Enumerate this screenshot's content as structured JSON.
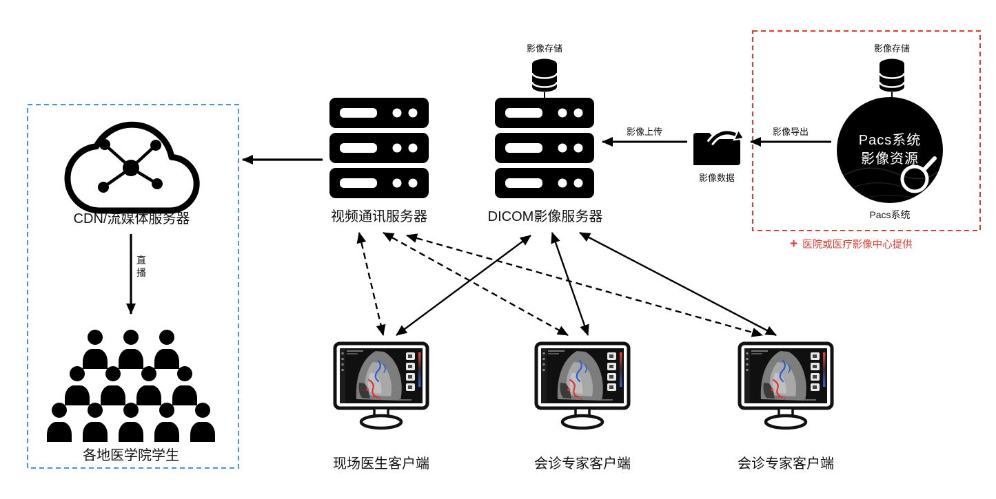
{
  "colors": {
    "accent_red": "#e03a2f",
    "accent_blue": "#4a90d9",
    "ink": "#000000"
  },
  "icons": {
    "storage": "database-cylinder",
    "server": "server-rack",
    "cdn": "cloud-network",
    "transfer": "folder-arrow",
    "client": "monitor-ultrasound",
    "audience": "person-crowd",
    "pacs": "black-circle-magnifier"
  },
  "pacs": {
    "storage_label": "影像存储",
    "circle_title": "Pacs系统",
    "circle_subtitle": "影像资源",
    "caption": "Pacs系统",
    "note_plus": "+",
    "note_text": "医院或医疗影像中心提供"
  },
  "dicom": {
    "storage_label": "影像存储",
    "label": "DICOM影像服务器"
  },
  "video_server": {
    "label": "视频通讯服务器"
  },
  "transfer": {
    "folder_label": "影像数据",
    "upload_label": "影像上传",
    "export_label": "影像导出"
  },
  "cdn": {
    "label": "CDN/流媒体服务器",
    "live_label": "直播"
  },
  "students": {
    "label": "各地医学院学生"
  },
  "clients": [
    {
      "label": "现场医生客户端"
    },
    {
      "label": "会诊专家客户端"
    },
    {
      "label": "会诊专家客户端"
    }
  ]
}
